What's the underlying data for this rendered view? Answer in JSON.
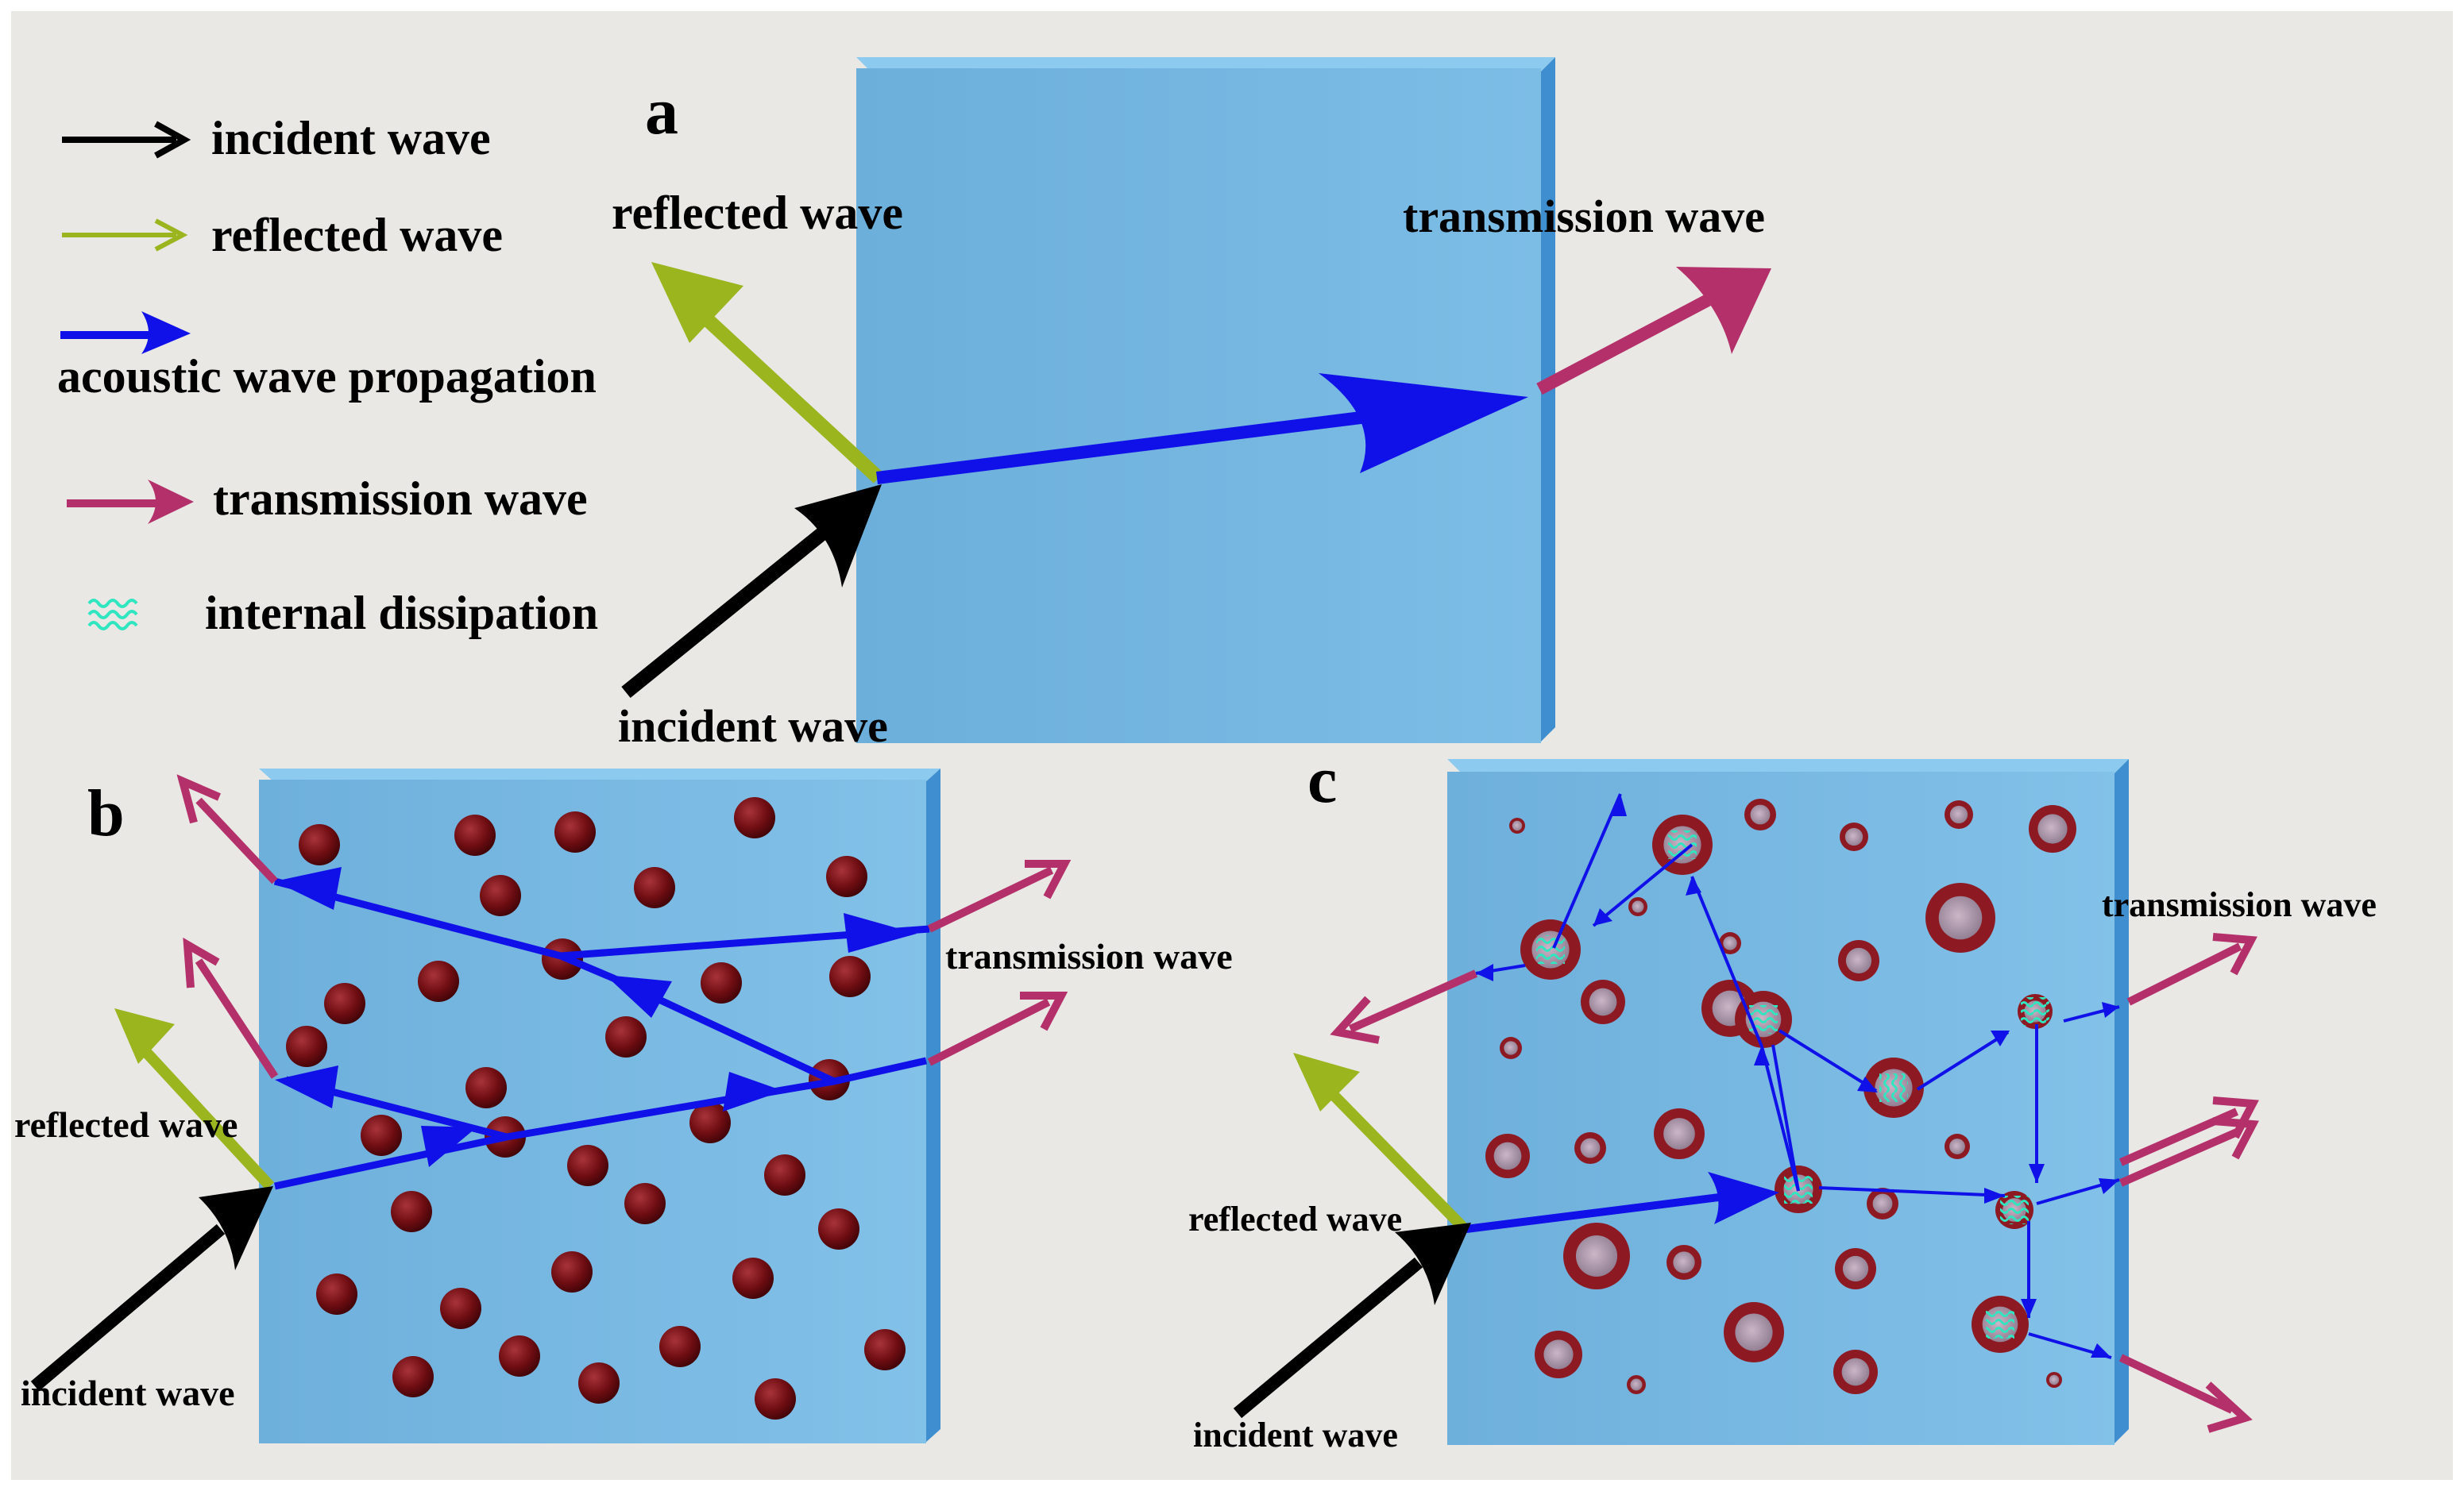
{
  "legend": {
    "incident": "incident wave",
    "reflected": "reflected wave",
    "acoustic": "acoustic wave propagation",
    "transmission": "transmission wave",
    "dissipation": "internal dissipation"
  },
  "panel_a": {
    "label": "a",
    "reflected": "reflected wave",
    "transmission": "transmission wave",
    "incident": "incident wave"
  },
  "panel_b": {
    "label": "b",
    "transmission": "transmission wave",
    "reflected": "reflected wave",
    "incident": "incident wave"
  },
  "panel_c": {
    "label": "c",
    "transmission": "transmission wave",
    "reflected": "reflected wave",
    "incident": "incident wave"
  },
  "colors": {
    "background": "#e9e8e4",
    "incident": "#000000",
    "reflected": "#9ab51e",
    "acoustic": "#1010e8",
    "transmission": "#b4306a",
    "dissipation": "#2fe6c0",
    "panel": "#79b9e3",
    "pore": "#6e0d12"
  }
}
